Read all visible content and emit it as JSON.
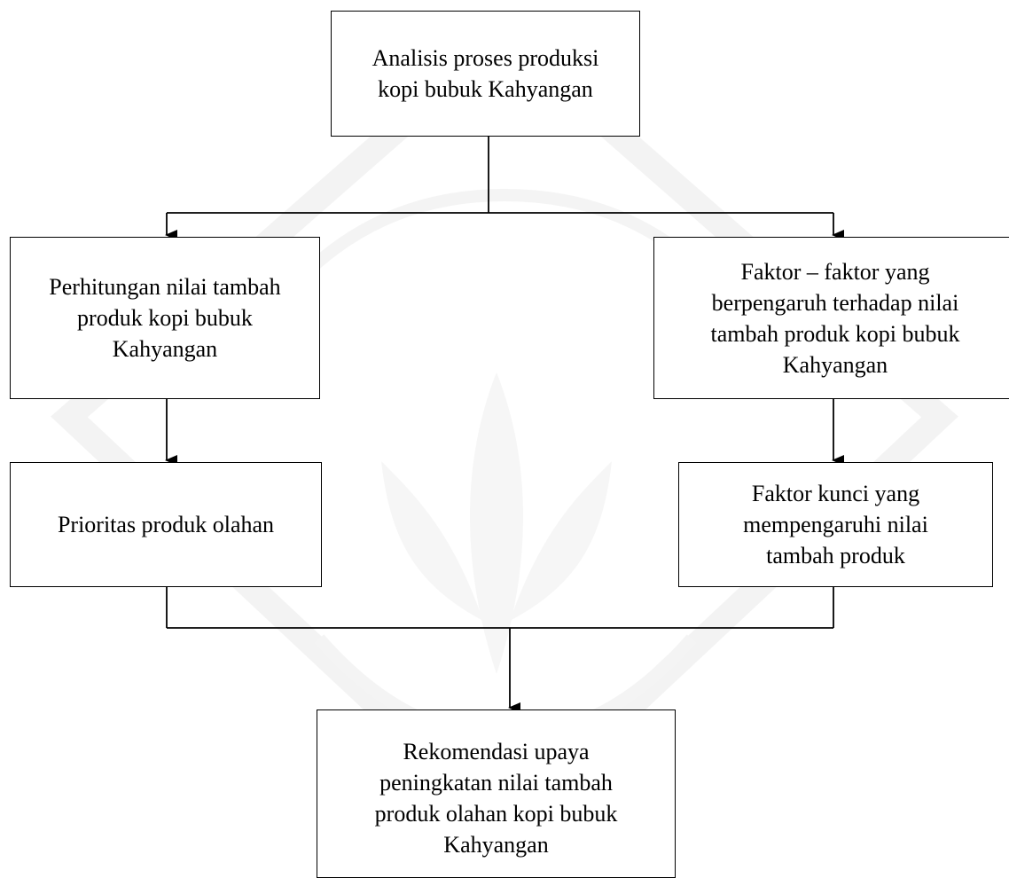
{
  "diagram": {
    "nodes": {
      "top": "Analisis proses produksi\nkopi bubuk Kahyangan",
      "left1": "Perhitungan nilai tambah\nproduk kopi bubuk\nKahyangan",
      "right1": "Faktor – faktor yang\nberpengaruh terhadap nilai\ntambah produk kopi bubuk\nKahyangan",
      "left2": "Prioritas produk olahan",
      "right2": "Faktor kunci yang\nmempengaruhi nilai\ntambah produk",
      "bottom": "Rekomendasi upaya\npeningkatan nilai tambah\nproduk olahan kopi bubuk\nKahyangan"
    },
    "edges": [
      {
        "from": "top",
        "to": "left1"
      },
      {
        "from": "top",
        "to": "right1"
      },
      {
        "from": "left1",
        "to": "left2"
      },
      {
        "from": "right1",
        "to": "right2"
      },
      {
        "from": "left2",
        "to": "bottom"
      },
      {
        "from": "right2",
        "to": "bottom"
      }
    ]
  }
}
